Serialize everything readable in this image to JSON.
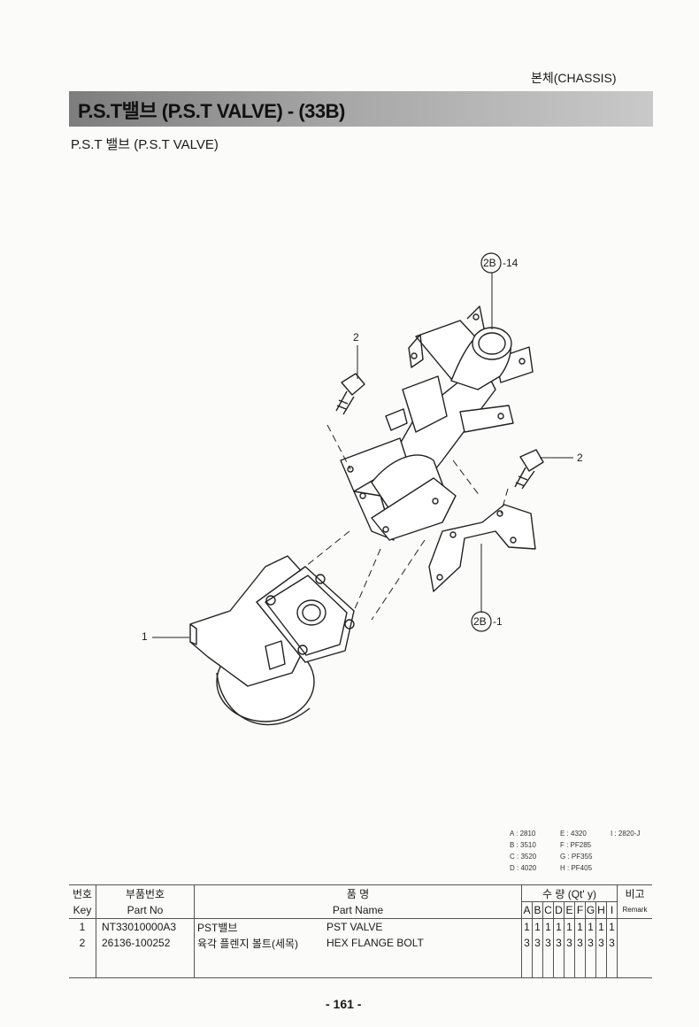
{
  "header": {
    "section": "본체(CHASSIS)"
  },
  "title": "P.S.T밸브 (P.S.T VALVE) - (33B)",
  "subtitle": "P.S.T 밸브 (P.S.T VALVE)",
  "callouts": {
    "c1": "1",
    "c2a": "2",
    "c2b": "2",
    "c2b_14_circle": "2B",
    "c2b_14_suffix": "-14",
    "c2b_1_circle": "2B",
    "c2b_1_suffix": "-1"
  },
  "legend": [
    [
      "A : 2810",
      "E : 4320",
      "I : 2820-J"
    ],
    [
      "B : 3510",
      "F : PF285",
      ""
    ],
    [
      "C : 3520",
      "G : PF355",
      ""
    ],
    [
      "D : 4020",
      "H : PF405",
      ""
    ]
  ],
  "table": {
    "col_key_ko": "번호",
    "col_key_en": "Key",
    "col_pn_ko": "부품번호",
    "col_pn_en": "Part No",
    "col_name_ko": "품          명",
    "col_name_en": "Part Name",
    "col_qty": "수 량 (Qt' y)",
    "col_remark_ko": "비고",
    "col_remark_en": "Remark",
    "qty_letters": [
      "A",
      "B",
      "C",
      "D",
      "E",
      "F",
      "G",
      "H",
      "I"
    ],
    "rows": [
      {
        "key": "1",
        "part_no": "NT33010000A3",
        "name_ko": "PST밸브",
        "name_en": "PST VALVE",
        "qty": [
          "1",
          "1",
          "1",
          "1",
          "1",
          "1",
          "1",
          "1",
          "1"
        ]
      },
      {
        "key": "2",
        "part_no": "26136-100252",
        "name_ko": "육각 플렌지 볼트(세목)",
        "name_en": "HEX FLANGE BOLT",
        "qty": [
          "3",
          "3",
          "3",
          "3",
          "3",
          "3",
          "3",
          "3",
          "3"
        ]
      }
    ]
  },
  "page_number": "- 161 -"
}
